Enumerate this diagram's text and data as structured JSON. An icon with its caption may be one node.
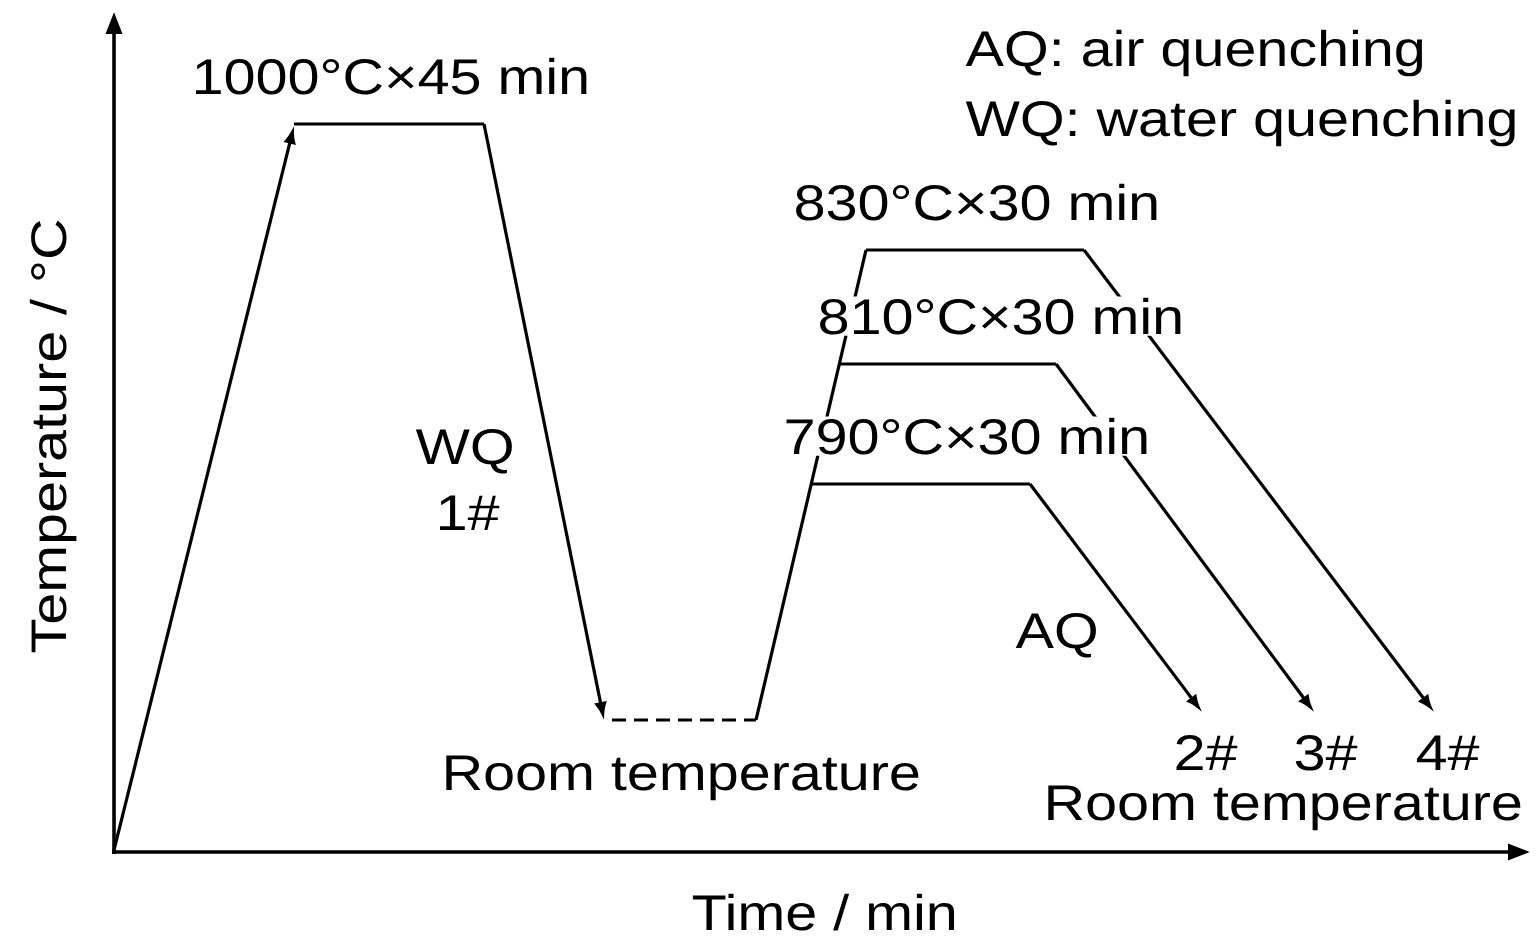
{
  "diagram": {
    "labels": [
      "1000°C×45 min",
      "AQ: air quenching",
      "WQ: water quenching",
      "830°C×30 min",
      "810°C×30 min",
      "790°C×30 min",
      "WQ",
      "1#",
      "Temperature / °C",
      "AQ",
      "2#",
      "3#",
      "4#",
      "Room temperature",
      "Room temperature",
      "Time / min"
    ]
  }
}
